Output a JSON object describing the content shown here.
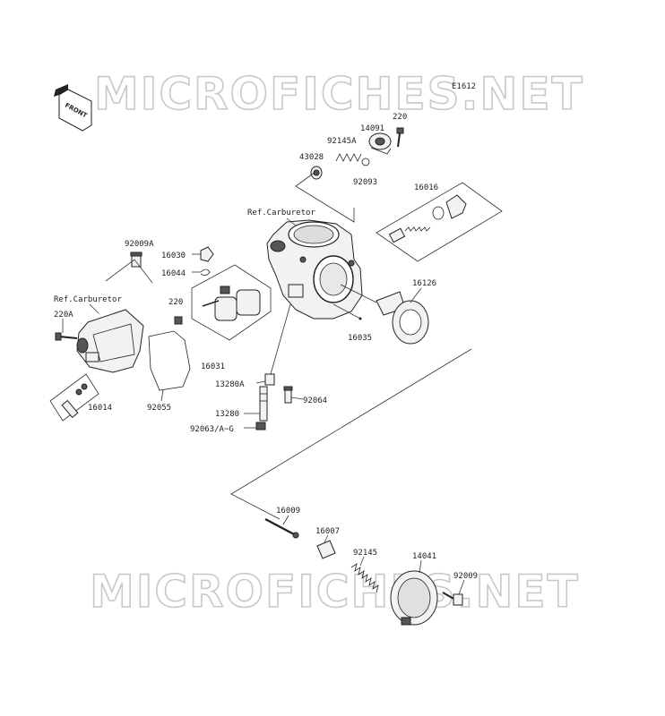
{
  "watermark": "MICROFICHES.NET",
  "diagram_code": "E1612",
  "front_label": "FRONT",
  "ref_labels": [
    "Ref.Carburetor",
    "Ref.Carburetor"
  ],
  "part_numbers": {
    "p220a": "220",
    "p14091": "14091",
    "p92145a": "92145A",
    "p43028": "43028",
    "p92093": "92093",
    "p16016": "16016",
    "p92009a": "92009A",
    "p16030": "16030",
    "p16044": "16044",
    "p220b": "220",
    "p220A": "220A",
    "p16126": "16126",
    "p16035": "16035",
    "p16031": "16031",
    "p13280a": "13280A",
    "p92064": "92064",
    "p16014": "16014",
    "p92055": "92055",
    "p13280": "13280",
    "p92063": "92063/A~G",
    "p16009": "16009",
    "p16007": "16007",
    "p92145": "92145",
    "p14041": "14041",
    "p92009": "92009"
  }
}
